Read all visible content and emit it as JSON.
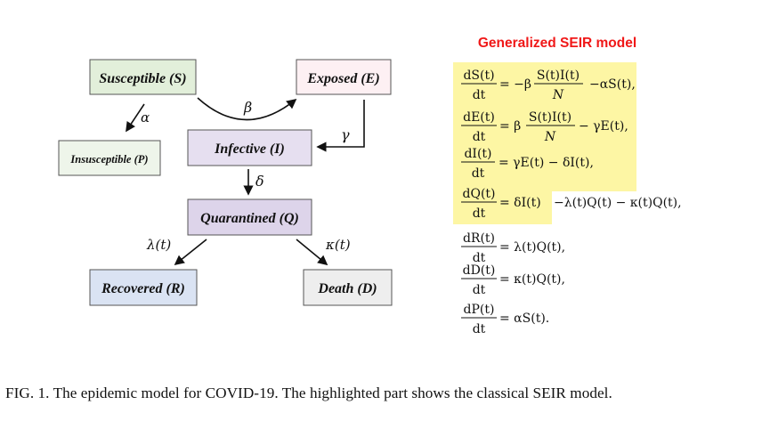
{
  "model_title": "Generalized SEIR model",
  "compartments": {
    "susceptible": {
      "label": "Susceptible (S)",
      "fill": "#e2efda"
    },
    "exposed": {
      "label": "Exposed (E)",
      "fill": "#fdf0f3"
    },
    "insusceptible": {
      "label": "Insusceptible (P)",
      "fill": "#eef5ea"
    },
    "infective": {
      "label": "Infective (I)",
      "fill": "#e6dff0"
    },
    "quarantined": {
      "label": "Quarantined (Q)",
      "fill": "#ddd4ea"
    },
    "recovered": {
      "label": "Recovered (R)",
      "fill": "#dae3f3"
    },
    "death": {
      "label": "Death (D)",
      "fill": "#eeeeee"
    }
  },
  "rates": {
    "alpha": "α",
    "beta": "β",
    "gamma": "γ",
    "delta": "δ",
    "lambda": "λ(t)",
    "kappa": "κ(t)"
  },
  "equations": {
    "s_num": "dS(t)",
    "s_rhs_a": "= −β",
    "s_frac_num": "S(t)I(t)",
    "s_frac_den": "N",
    "s_rhs_b": "−αS(t),",
    "e_num": "dE(t)",
    "e_rhs_a": "= β",
    "e_frac_num": "S(t)I(t)",
    "e_frac_den": "N",
    "e_rhs_b": "− γE(t),",
    "i_num": "dI(t)",
    "i_rhs": "= γE(t) − δI(t),",
    "q_num": "dQ(t)",
    "q_rhs_a": "= δI(t)",
    "q_rhs_b": "−λ(t)Q(t) − κ(t)Q(t),",
    "r_num": "dR(t)",
    "r_rhs": "= λ(t)Q(t),",
    "d_num": "dD(t)",
    "d_rhs": "= κ(t)Q(t),",
    "p_num": "dP(t)",
    "p_rhs": "= αS(t).",
    "denominator": "dt",
    "highlight_color": "#fdf6a4"
  },
  "caption": "FIG. 1. The epidemic model for COVID-19. The highlighted part shows the classical SEIR model."
}
